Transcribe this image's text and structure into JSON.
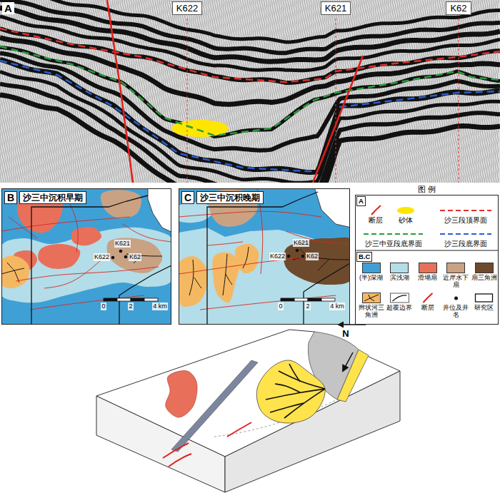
{
  "diagram": {
    "nodes": [
      {
        "text": [
          "A"
        ]
      },
      {
        "text": [
          "K622"
        ],
        "in": 0
      },
      {
        "text": [
          "K621"
        ],
        "in": 0
      },
      {
        "text": [
          "K62"
        ],
        "in": 0
      },
      {
        "text": [
          "B",
          "沙三中沉积早期"
        ]
      },
      {
        "text": [
          "C",
          "沙三中沉积晚期"
        ]
      },
      {
        "text": [
          "图 例"
        ]
      }
    ],
    "labels": [
      "K621",
      "K622",
      "K62",
      "0",
      "2",
      "4 km",
      "K622",
      "K621",
      "K62",
      "0",
      "2",
      "4 km",
      "A",
      "B.C",
      "N"
    ],
    "legend": [
      {
        "text": "断层"
      },
      {
        "text": "砂体"
      },
      {
        "text": "沙三段顶界面"
      },
      {
        "text": "沙三中亚段底界面"
      },
      {
        "text": "沙三段底界面"
      },
      {
        "text": "(半)深湖",
        "color": "#3fa0d6"
      },
      {
        "text": "滨浅湖",
        "color": "#b3dde8"
      },
      {
        "text": "滑塌扇",
        "color": "#e8705a"
      },
      {
        "text": "近岸水下扇",
        "color": "#c9a283"
      },
      {
        "text": "扇三角洲",
        "color": "#6e4a2c"
      },
      {
        "text": "辫状河三角洲",
        "color": "#f5b862"
      },
      {
        "text": "超覆边界"
      },
      {
        "text": "断层"
      },
      {
        "text": "井位及井名"
      },
      {
        "text": "研究区"
      }
    ]
  }
}
